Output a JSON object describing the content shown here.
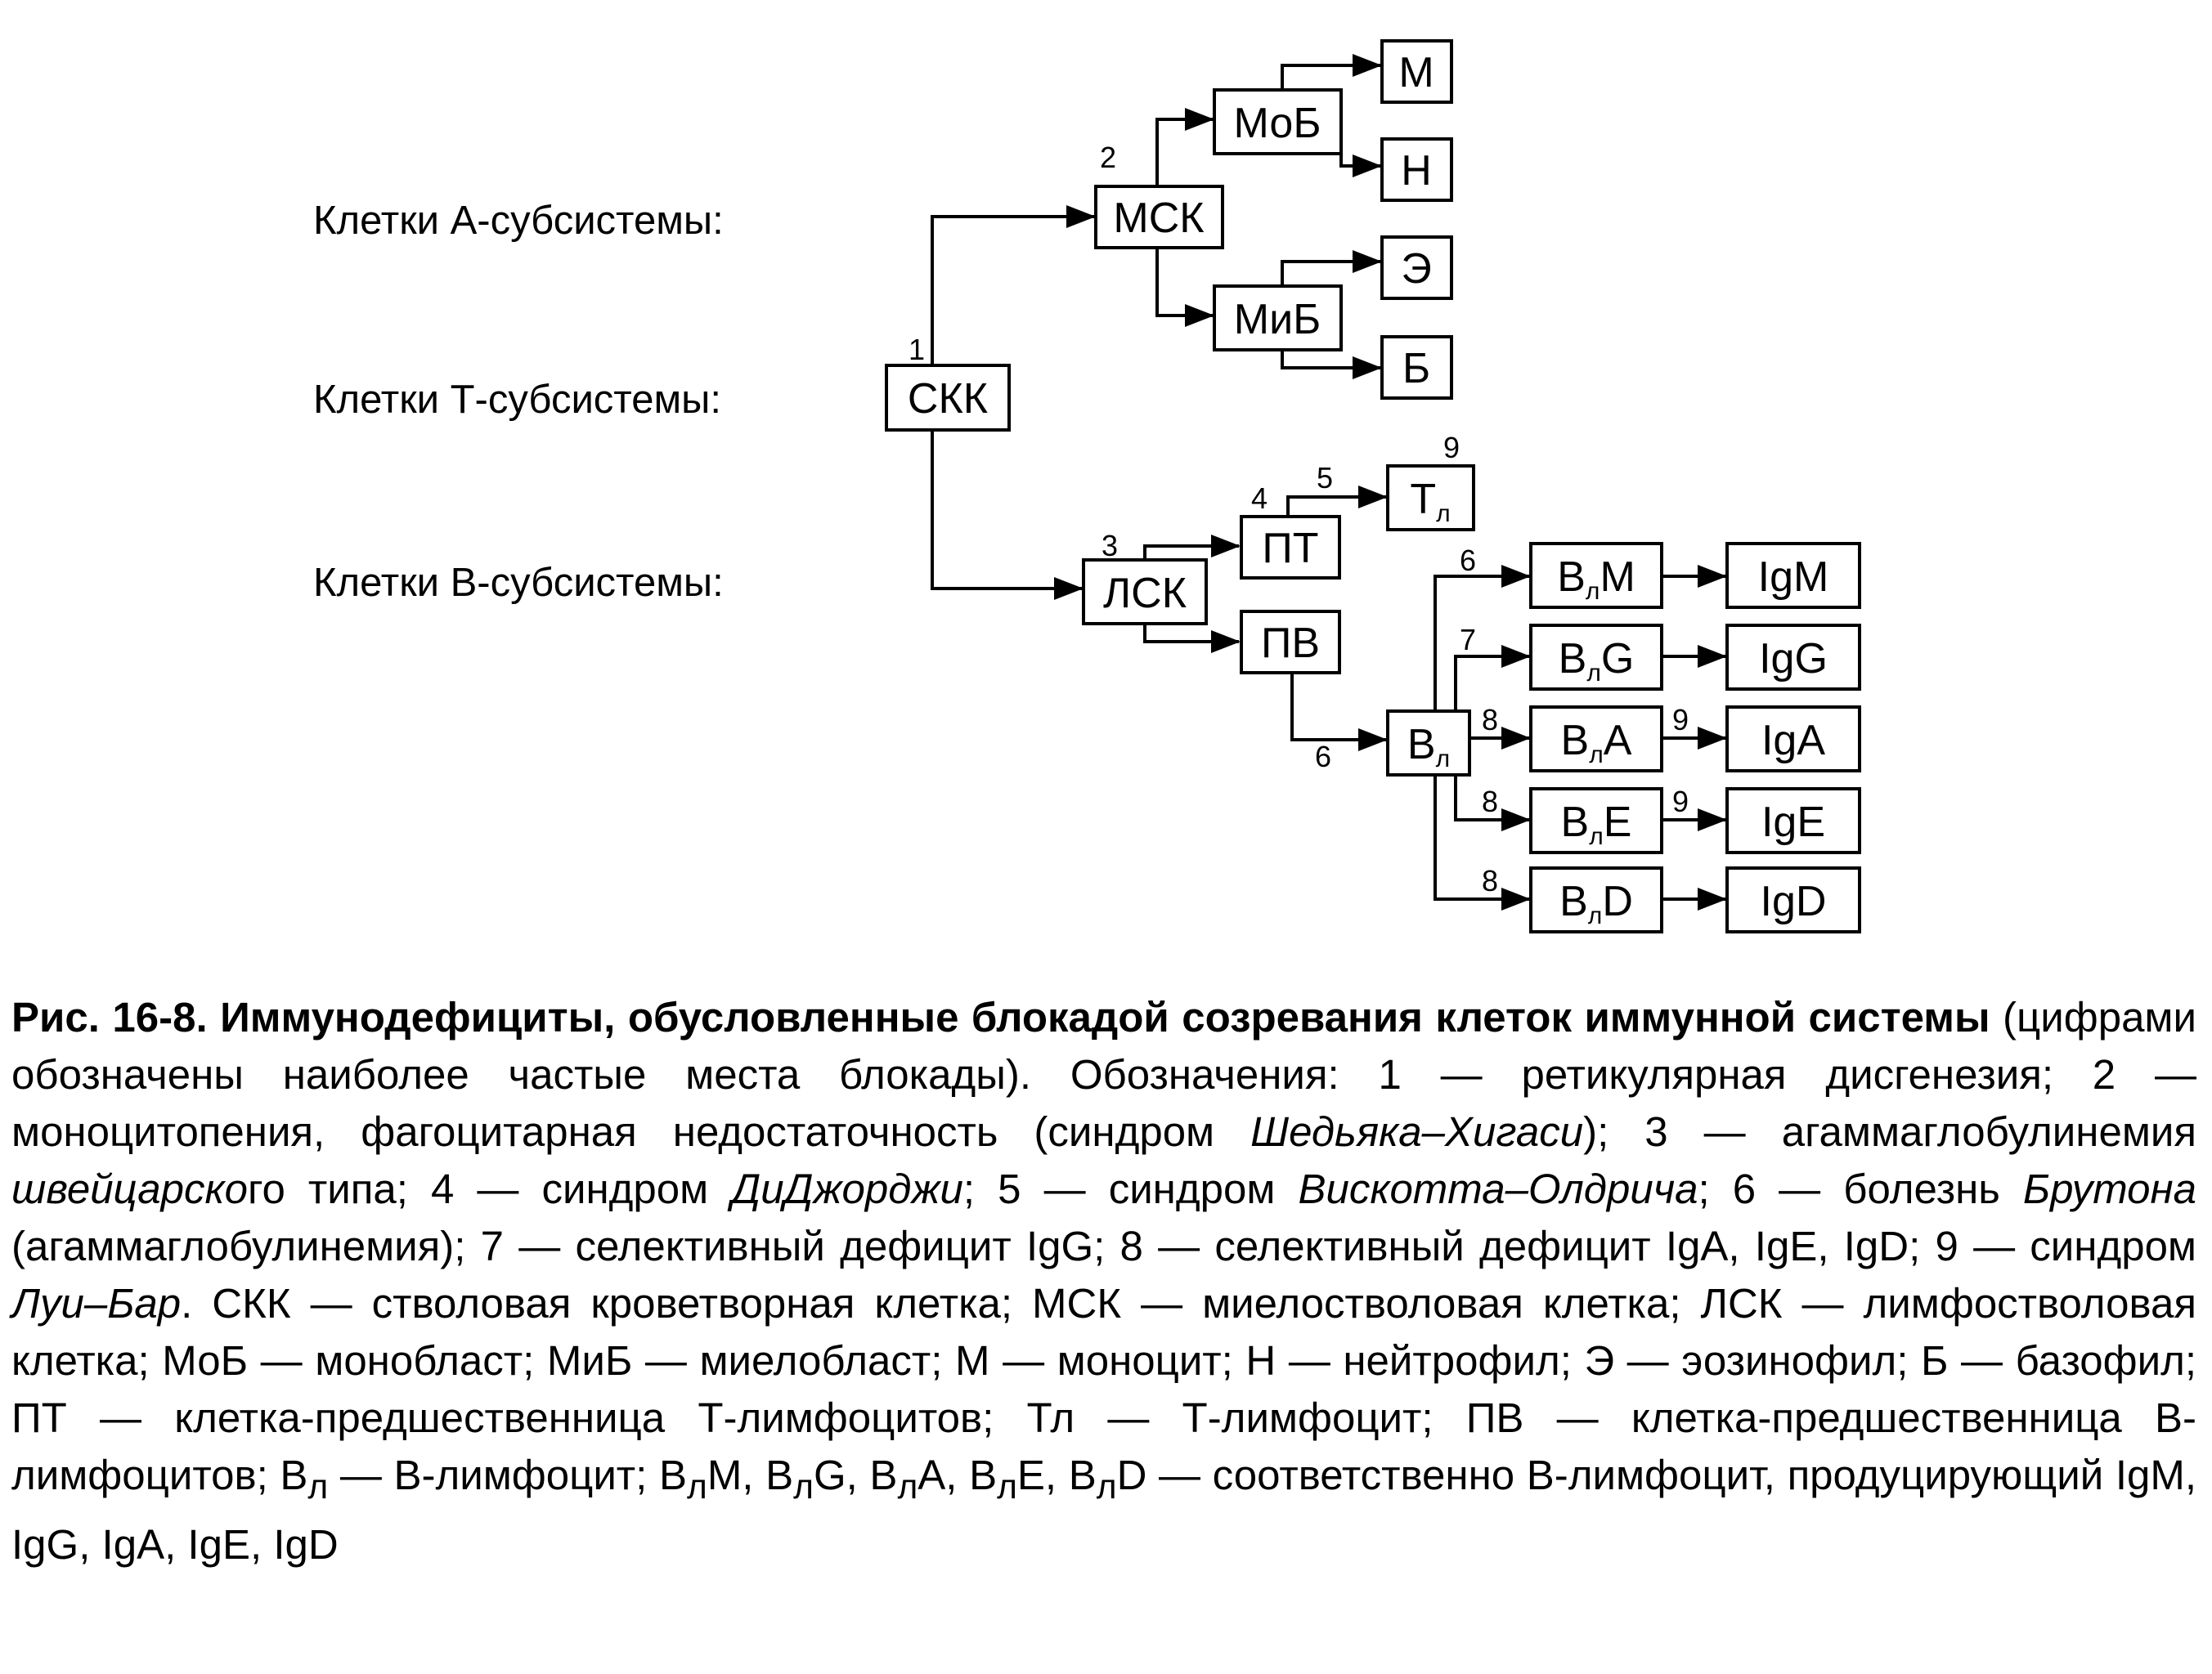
{
  "diagram": {
    "row_labels": {
      "a": "Клетки А-субсистемы:",
      "t": "Клетки Т-субсистемы:",
      "b": "Клетки В-субсистемы:"
    },
    "nodes": {
      "skk": "СКК",
      "msk": "МСК",
      "mob": "МоБ",
      "mib": "МиБ",
      "m": "М",
      "n": "Н",
      "e": "Э",
      "bas": "Б",
      "lsk": "ЛСК",
      "pt": "ПТ",
      "pv": "ПВ",
      "tl": {
        "main": "Т",
        "sub": "л"
      },
      "bl": {
        "main": "В",
        "sub": "л"
      },
      "blm": {
        "main": "В",
        "sub": "л",
        "tail": "М"
      },
      "blg": {
        "main": "В",
        "sub": "л",
        "tail": "G"
      },
      "bla": {
        "main": "В",
        "sub": "л",
        "tail": "А"
      },
      "ble": {
        "main": "В",
        "sub": "л",
        "tail": "Е"
      },
      "bld": {
        "main": "В",
        "sub": "л",
        "tail": "D"
      },
      "igm": "IgM",
      "igg": "IgG",
      "iga": "IgA",
      "ige": "IgE",
      "igd": "IgD"
    },
    "block_numbers": {
      "n1": "1",
      "n2": "2",
      "n3": "3",
      "n4": "4",
      "n5": "5",
      "n6_blm": "6",
      "n6_pv": "6",
      "n7": "7",
      "n8_a": "8",
      "n8_e": "8",
      "n8_d": "8",
      "n9_tl": "9",
      "n9_a": "9",
      "n9_e": "9"
    }
  },
  "caption": {
    "fig_number": "Рис. 16-8.",
    "fig_title": "Иммунодефициты, обусловленные блокадой созревания клеток иммунной системы",
    "t01": " (цифрами обозначены наиболее частые места блокады). Обозначения: 1 — ретикулярная дисгенезия; 2 — моноцитопения, фагоцитарная недостаточность (синдром ",
    "i01": "Шедьяка–Хигаси",
    "t02": "); 3 — агаммаглобулинемия ",
    "i02": "швейцарско",
    "t03": "го типа; 4 — синдром ",
    "i03": "ДиДжорджи",
    "t04": "; 5 — синдром ",
    "i04": "Вискотта–Олдрича",
    "t05": "; 6 — болезнь ",
    "i05": "Брутона",
    "t06": " (агаммаглобулинемия); 7 — селективный дефицит IgG; 8 — селективный дефицит IgA, IgE, IgD; 9 — синдром ",
    "i06": "Луи–Бар",
    "t07": ". СКК — стволовая кроветворная клетка; МСК — миелостволовая клетка; ЛСК — лимфостволовая клетка; МоБ — монобласт; МиБ — миелобласт; М — моноцит; Н — нейтрофил; Э — эозинофил; Б — базофил; ПТ — клетка-предшественница Т-лимфоцитов; Тл — Т-лимфоцит; ПВ — клетка-предшественница В-лимфоцитов; В",
    "s01": "л",
    "t08": " — В-лимфоцит; В",
    "s02": "л",
    "t09": "М, В",
    "s03": "л",
    "t10": "G, В",
    "s04": "л",
    "t11": "А, В",
    "s05": "л",
    "t12": "Е, В",
    "s06": "л",
    "t13": "D — соответственно В-лимфоцит, продуцирующий IgM, IgG, IgA, IgE, IgD"
  }
}
